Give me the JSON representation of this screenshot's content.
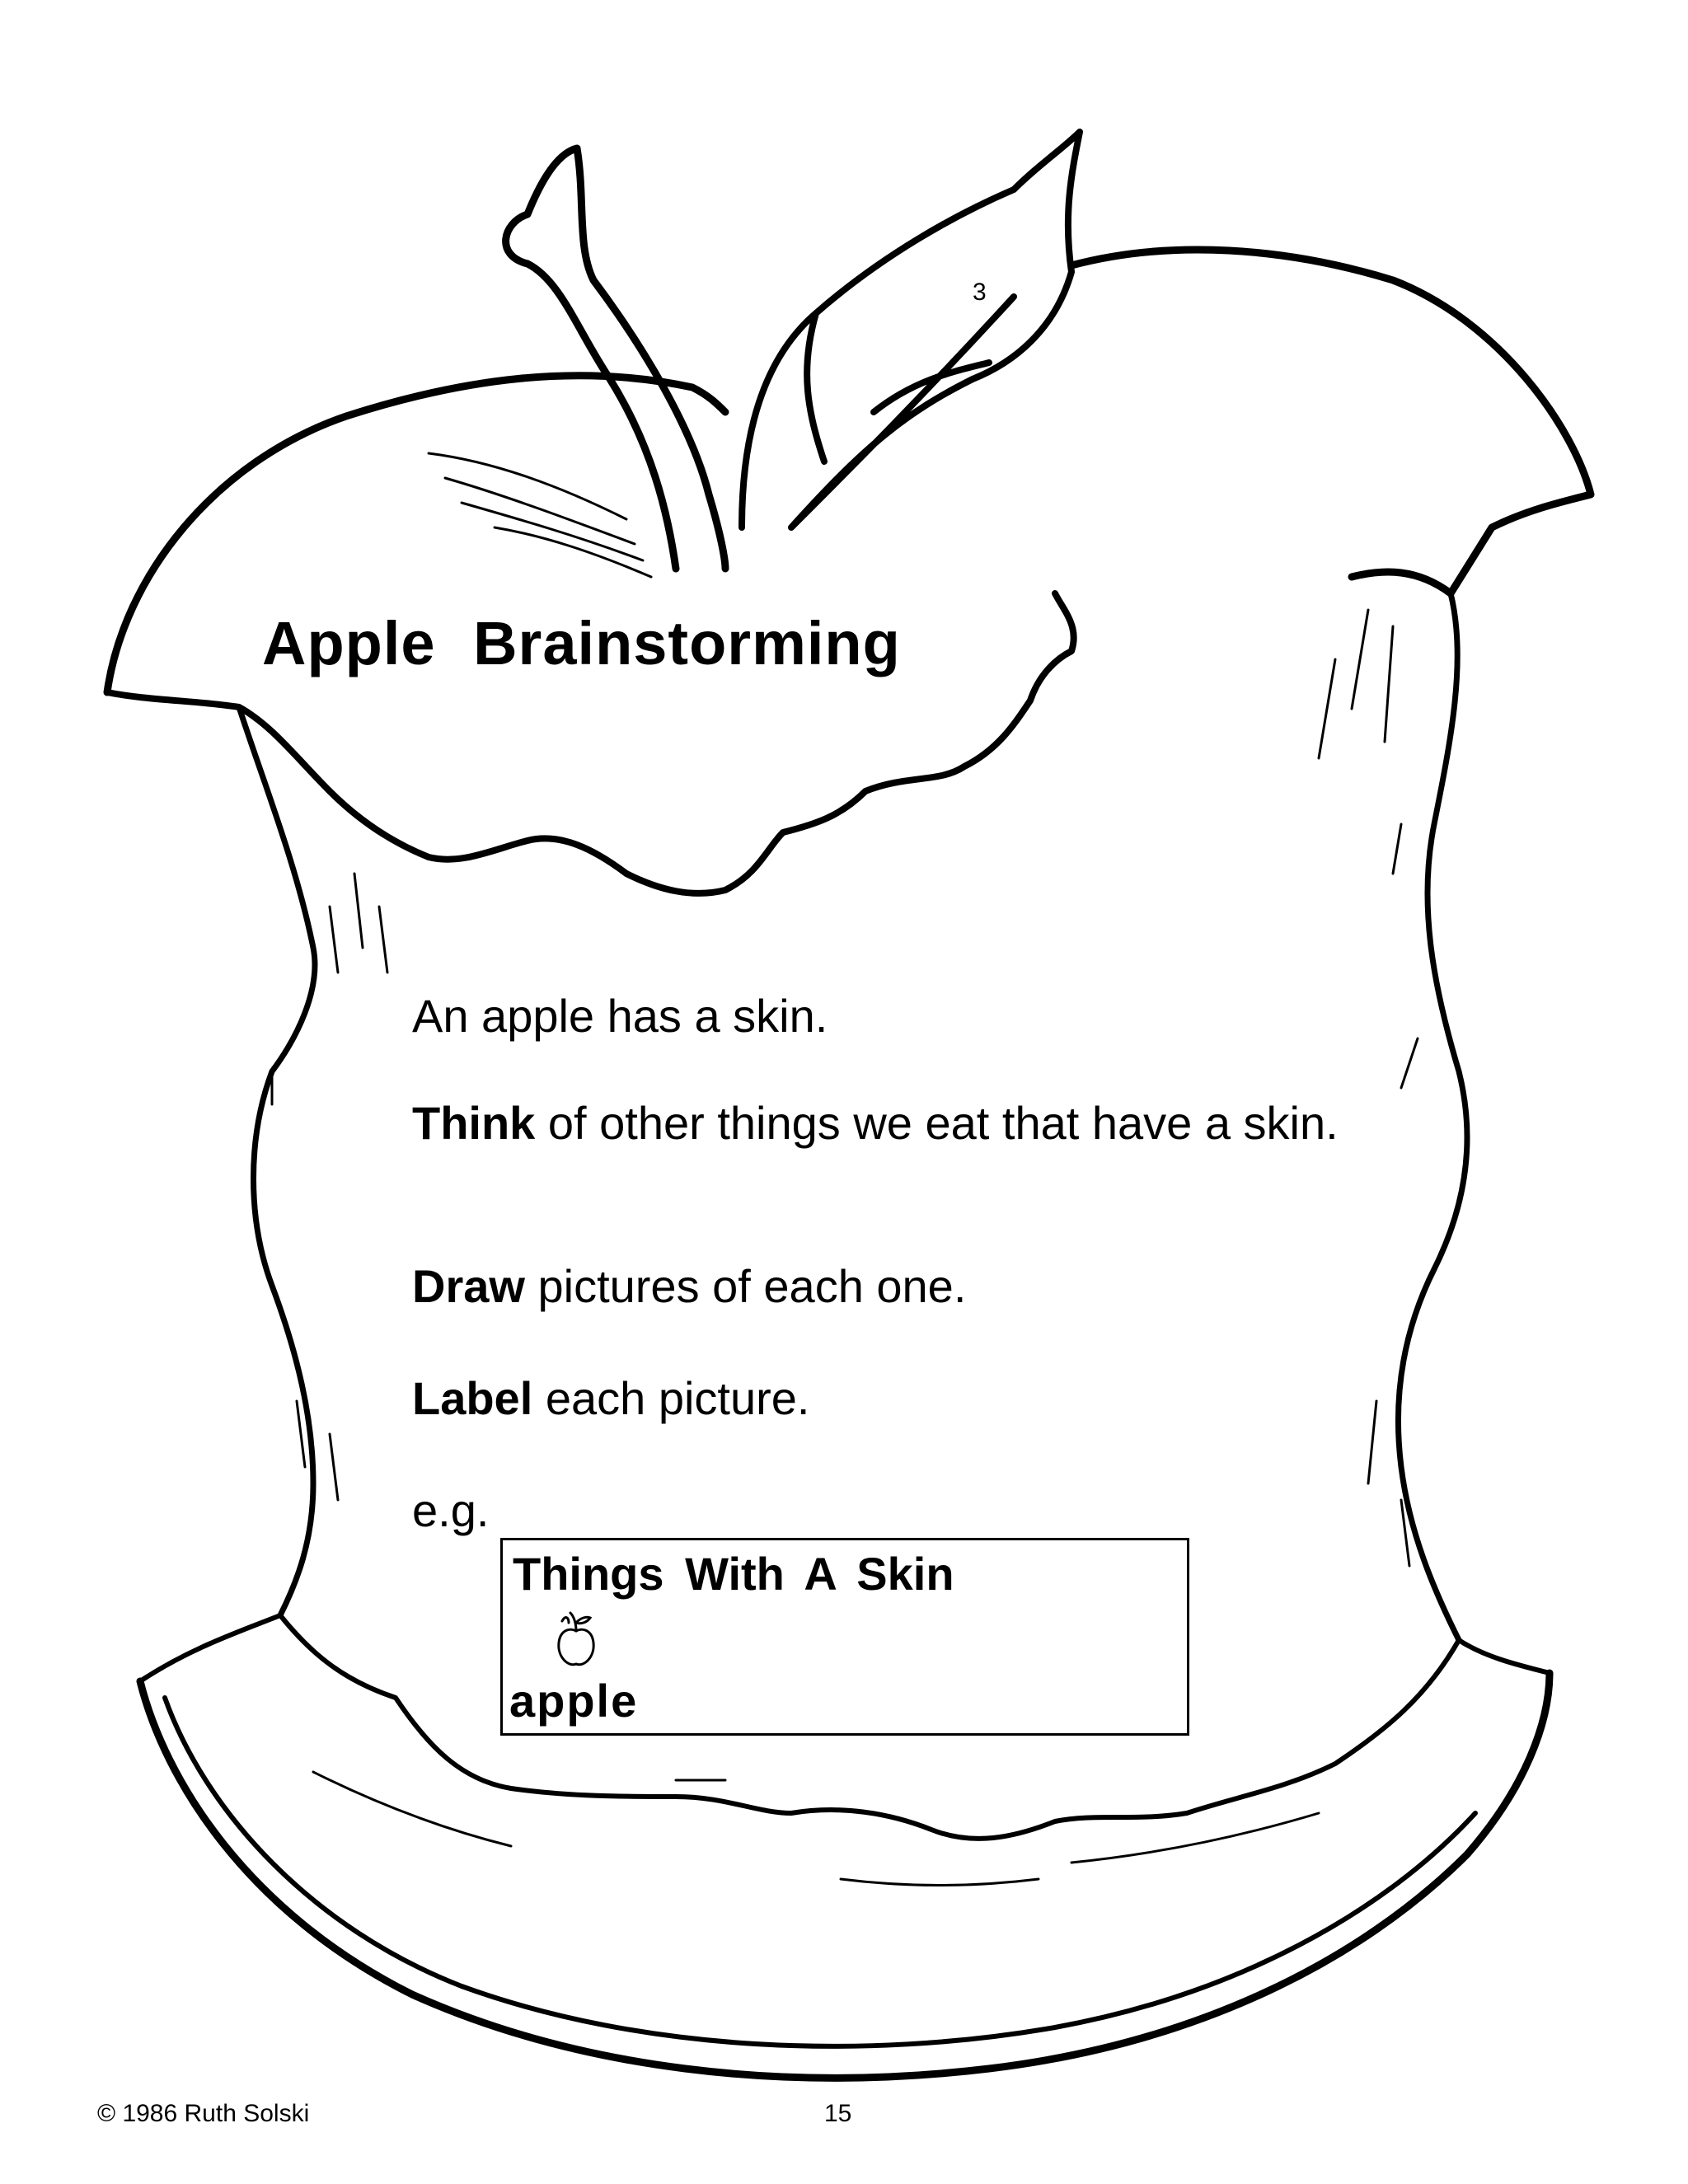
{
  "page": {
    "title": "Apple Brainstorming",
    "figure_number": "3",
    "instructions": {
      "line1": "An apple has a skin.",
      "think_bold": "Think",
      "think_rest": " of other things we eat that have a skin.",
      "draw_bold": "Draw",
      "draw_rest": " pictures of each one.",
      "label_bold": "Label",
      "label_rest": " each picture.",
      "eg": "e.g."
    },
    "example_box": {
      "title": "Things With A Skin",
      "icon": "apple-icon",
      "word": "apple"
    },
    "footer": {
      "copyright": "© 1986 Ruth Solski",
      "page_number": "15"
    }
  }
}
